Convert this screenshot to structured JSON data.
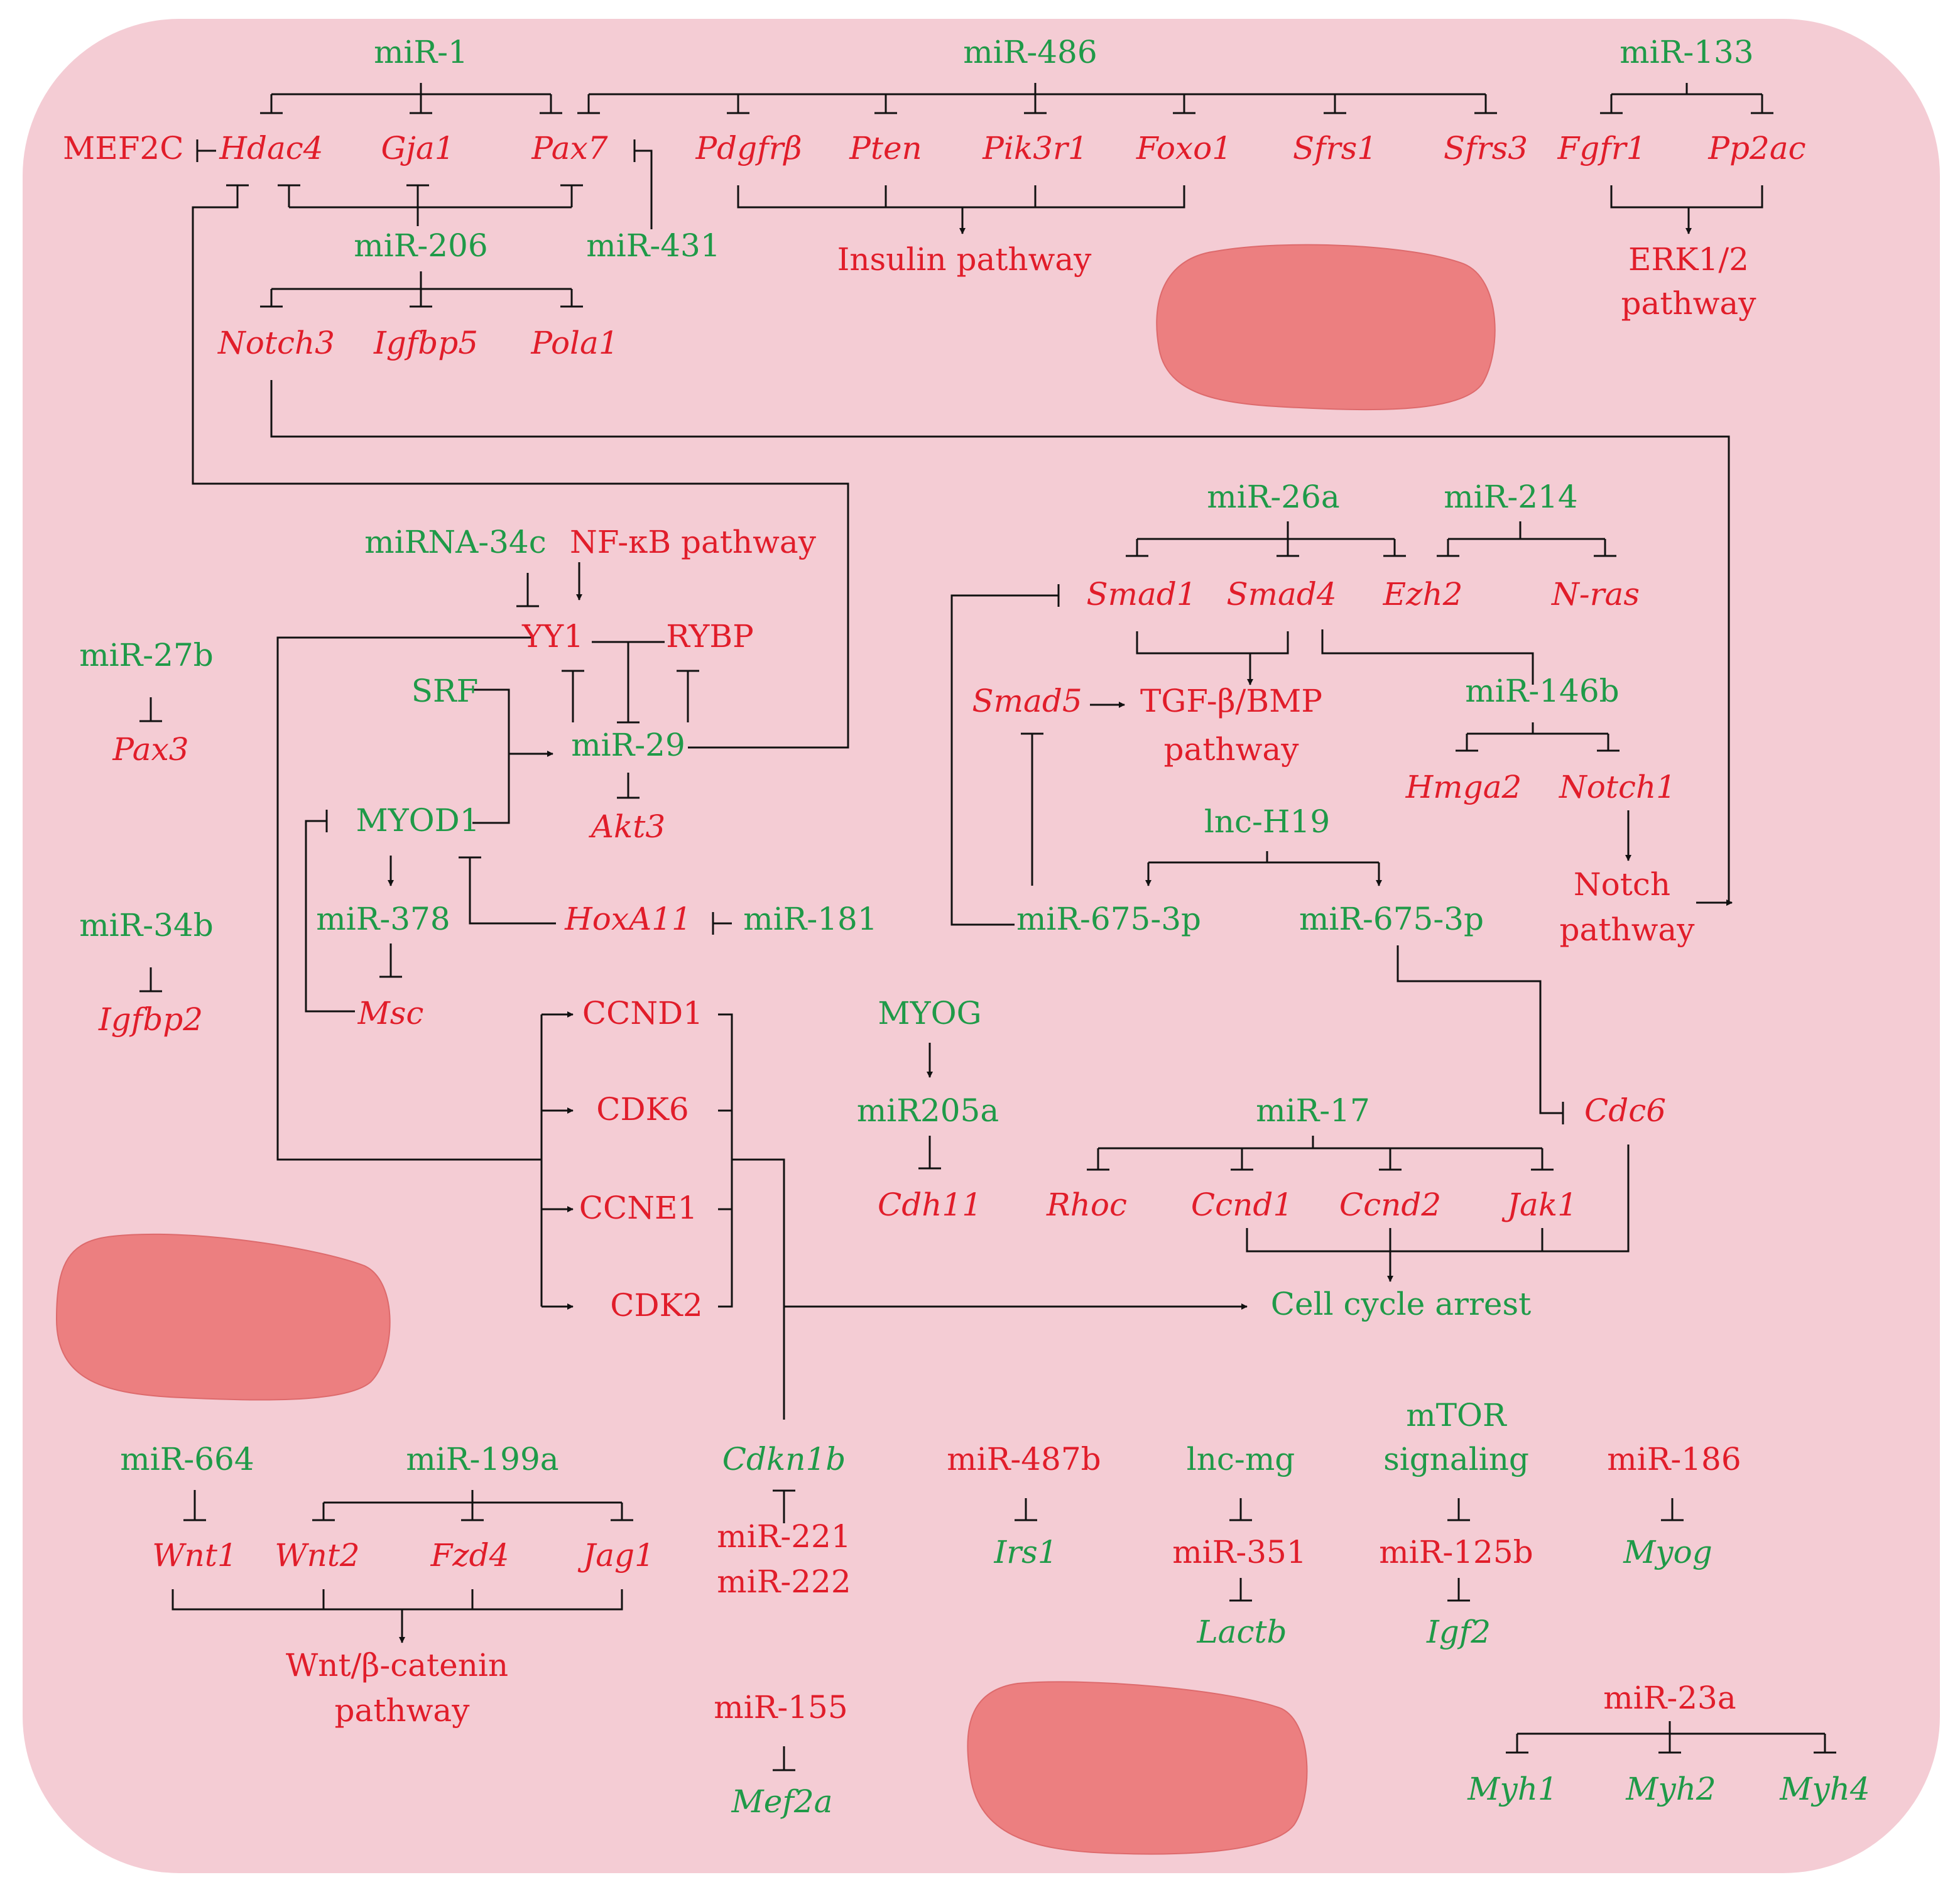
{
  "colors": {
    "background": "#f4ccd4",
    "blob": "#ec7f80",
    "regulator_green": "#1f9a48",
    "target_red": "#e11d2a",
    "line": "#111111"
  },
  "labels": {
    "mir1": "miR-1",
    "mir486": "miR-486",
    "mir133": "miR-133",
    "mef2c": "MEF2C",
    "hdac4": "Hdac4",
    "gja1": "Gja1",
    "pax7": "Pax7",
    "pdgfrb": "Pdgfrβ",
    "pten": "Pten",
    "pik3r1": "Pik3r1",
    "foxo1": "Foxo1",
    "sfrs1": "Sfrs1",
    "sfrs3": "Sfrs3",
    "fgfr1": "Fgfr1",
    "pp2ac": "Pp2ac",
    "mir206": "miR-206",
    "mir431": "miR-431",
    "insulin": "Insulin pathway",
    "erk_1": "ERK1/2",
    "erk_2": "pathway",
    "notch3": "Notch3",
    "igfbp5": "Igfbp5",
    "pola1": "Pola1",
    "mir34c": "miRNA-34c",
    "nfkb": "NF-κB pathway",
    "yy1": "YY1",
    "rybp": "RYBP",
    "srf": "SRF",
    "mir29": "miR-29",
    "myod1": "MYOD1",
    "akt3": "Akt3",
    "mir378": "miR-378",
    "hoxa11": "HoxA11",
    "mir181": "miR-181",
    "msc": "Msc",
    "mir27b": "miR-27b",
    "pax3": "Pax3",
    "mir34b": "miR-34b",
    "igfbp2": "Igfbp2",
    "mir26a": "miR-26a",
    "mir214": "miR-214",
    "smad1": "Smad1",
    "smad4": "Smad4",
    "ezh2": "Ezh2",
    "nras": "N-ras",
    "smad5": "Smad5",
    "tgf_1": "TGF-β/BMP",
    "tgf_2": "pathway",
    "mir146b": "miR-146b",
    "hmga2": "Hmga2",
    "notch1": "Notch1",
    "lnch19": "lnc-H19",
    "notchpw_1": "Notch",
    "notchpw_2": "pathway",
    "mir675_a": "miR-675-3p",
    "mir675_b": "miR-675-3p",
    "ccnd1": "CCND1",
    "cdk6": "CDK6",
    "ccne1": "CCNE1",
    "cdk2": "CDK2",
    "myog": "MYOG",
    "mir205a": "miR205a",
    "cdh11": "Cdh11",
    "cdc6": "Cdc6",
    "mir17": "miR-17",
    "rhoc": "Rhoc",
    "ccnd1_gene": "Ccnd1",
    "ccnd2": "Ccnd2",
    "jak1": "Jak1",
    "cellcycle": "Cell cycle arrest",
    "mir664": "miR-664",
    "mir199a": "miR-199a",
    "wnt1": "Wnt1",
    "wnt2": "Wnt2",
    "fzd4": "Fzd4",
    "jag1": "Jag1",
    "wnt_1": "Wnt/β-catenin",
    "wnt_2": "pathway",
    "cdkn1b": "Cdkn1b",
    "mir221": "miR-221",
    "mir222": "miR-222",
    "mir487b": "miR-487b",
    "irs1": "Irs1",
    "lncmg": "lnc-mg",
    "mir351": "miR-351",
    "lactb": "Lactb",
    "mtor_1": "mTOR",
    "mtor_2": "signaling",
    "mir125b": "miR-125b",
    "igf2": "Igf2",
    "mir186": "miR-186",
    "myog_gene": "Myog",
    "mir155": "miR-155",
    "mef2a": "Mef2a",
    "mir23a": "miR-23a",
    "myh1": "Myh1",
    "myh2": "Myh2",
    "myh4": "Myh4"
  }
}
